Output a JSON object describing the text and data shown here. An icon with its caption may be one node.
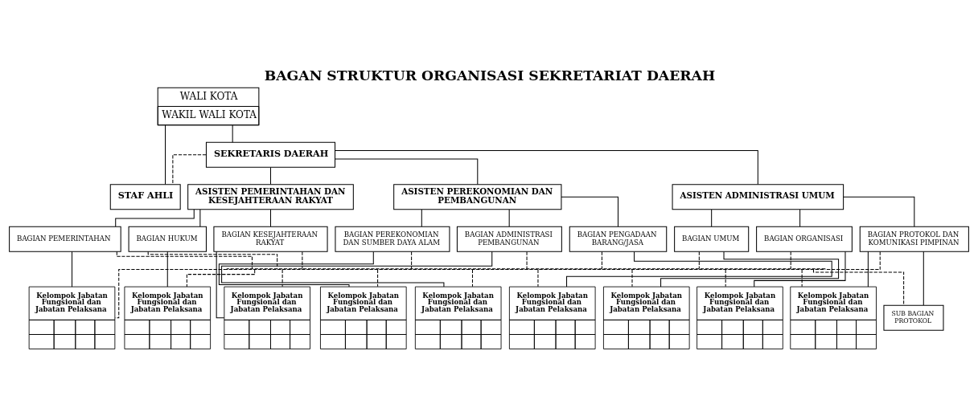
{
  "diagram": {
    "title": "BAGAN STRUKTUR ORGANISASI SEKRETARIAT DAERAH",
    "nodes": [
      {
        "text": [
          "WALI KOTA",
          "WAKIL WALI KOTA"
        ]
      },
      {
        "text": [
          "SEKRETARIS DAERAH"
        ]
      },
      {
        "text": [
          "STAF AHLI"
        ]
      },
      {
        "text": [
          "ASISTEN PEMERINTAHAN DAN KESEJAHTERAAN RAKYAT"
        ]
      },
      {
        "text": [
          "ASISTEN PEREKONOMIAN DAN PEMBANGUNAN"
        ]
      },
      {
        "text": [
          "ASISTEN ADMINISTRASI UMUM"
        ]
      },
      {
        "text": [
          "BAGIAN PEMERINTAHAN"
        ]
      },
      {
        "text": [
          "BAGIAN HUKUM"
        ]
      },
      {
        "text": [
          "BAGIAN KESEJAHTERAAN RAKYAT"
        ]
      },
      {
        "text": [
          "BAGIAN PEREKONOMIAN DAN SUMBER DAYA ALAM"
        ]
      },
      {
        "text": [
          "BAGIAN ADMINISTRASI PEMBANGUNAN"
        ]
      },
      {
        "text": [
          "BAGIAN PENGADAAN BARANG/JASA"
        ]
      },
      {
        "text": [
          "BAGIAN UMUM"
        ]
      },
      {
        "text": [
          "BAGIAN ORGANISASI"
        ]
      },
      {
        "text": [
          "BAGIAN PROTOKOL DAN KOMUNIKASI PIMPINAN"
        ]
      },
      {
        "text": [],
        "shape": "bar"
      },
      {
        "text": [
          "Kelompok Jabatan Fungsional dan Jabatan Pelaksana"
        ]
      },
      {
        "text": [
          "Kelompok Jabatan Fungsional dan Jabatan Pelaksana"
        ]
      },
      {
        "text": [
          "Kelompok Jabatan Fungsional dan Jabatan Pelaksana"
        ]
      },
      {
        "text": [
          "Kelompok Jabatan Fungsional dan Jabatan Pelaksana"
        ]
      },
      {
        "text": [
          "Kelompok Jabatan Fungsional dan Jabatan Pelaksana"
        ]
      },
      {
        "text": [
          "Kelompok Jabatan Fungsional dan Jabatan Pelaksana"
        ]
      },
      {
        "text": [
          "Kelompok Jabatan Fungsional dan Jabatan Pelaksana"
        ]
      },
      {
        "text": [
          "Kelompok Jabatan Fungsional dan Jabatan Pelaksana"
        ]
      },
      {
        "text": [
          "Kelompok Jabatan Fungsional dan Jabatan Pelaksana"
        ]
      },
      {
        "text": [
          "SUB BAGIAN PROTOKOL"
        ]
      }
    ],
    "edges": [
      {
        "from": 0,
        "to": 1,
        "arrow": "none"
      },
      {
        "from": 0,
        "to": 2,
        "arrow": "none"
      },
      {
        "from": 1,
        "to": 2,
        "arrow": "none",
        "style": "dashed"
      },
      {
        "from": 1,
        "to": 3,
        "arrow": "none"
      },
      {
        "from": 1,
        "to": 4,
        "arrow": "none"
      },
      {
        "from": 1,
        "to": 5,
        "arrow": "none"
      },
      {
        "from": 3,
        "to": 6,
        "arrow": "none"
      },
      {
        "from": 3,
        "to": 7,
        "arrow": "none"
      },
      {
        "from": 3,
        "to": 8,
        "arrow": "none"
      },
      {
        "from": 4,
        "to": 9,
        "arrow": "none"
      },
      {
        "from": 4,
        "to": 10,
        "arrow": "none"
      },
      {
        "from": 4,
        "to": 11,
        "arrow": "none"
      },
      {
        "from": 5,
        "to": 12,
        "arrow": "none"
      },
      {
        "from": 5,
        "to": 13,
        "arrow": "none"
      },
      {
        "from": 5,
        "to": 14,
        "arrow": "none"
      },
      {
        "from": 6,
        "to": 16,
        "arrow": "none"
      },
      {
        "from": 7,
        "to": 17,
        "arrow": "none"
      },
      {
        "from": 8,
        "to": 18,
        "arrow": "none"
      },
      {
        "from": 9,
        "to": 19,
        "arrow": "none"
      },
      {
        "from": 10,
        "to": 20,
        "arrow": "none"
      },
      {
        "from": 11,
        "to": 21,
        "arrow": "none"
      },
      {
        "from": 12,
        "to": 22,
        "arrow": "none"
      },
      {
        "from": 13,
        "to": 23,
        "arrow": "none"
      },
      {
        "from": 14,
        "to": 24,
        "arrow": "none"
      },
      {
        "from": 14,
        "to": 25,
        "arrow": "none"
      },
      {
        "from": 6,
        "to": 15,
        "arrow": "none",
        "style": "dashed"
      },
      {
        "from": 7,
        "to": 15,
        "arrow": "none",
        "style": "dashed"
      },
      {
        "from": 8,
        "to": 15,
        "arrow": "none",
        "style": "dashed"
      },
      {
        "from": 9,
        "to": 15,
        "arrow": "none",
        "style": "dashed"
      },
      {
        "from": 10,
        "to": 15,
        "arrow": "none",
        "style": "dashed"
      },
      {
        "from": 11,
        "to": 15,
        "arrow": "none",
        "style": "dashed"
      },
      {
        "from": 12,
        "to": 15,
        "arrow": "none",
        "style": "dashed"
      },
      {
        "from": 13,
        "to": 15,
        "arrow": "none",
        "style": "dashed"
      },
      {
        "from": 14,
        "to": 15,
        "arrow": "none",
        "style": "dashed"
      },
      {
        "from": 15,
        "to": 16,
        "arrow": "none",
        "style": "dashed"
      },
      {
        "from": 15,
        "to": 17,
        "arrow": "none",
        "style": "dashed"
      },
      {
        "from": 15,
        "to": 18,
        "arrow": "none",
        "style": "dashed"
      },
      {
        "from": 15,
        "to": 19,
        "arrow": "none",
        "style": "dashed"
      },
      {
        "from": 15,
        "to": 20,
        "arrow": "none",
        "style": "dashed"
      },
      {
        "from": 15,
        "to": 21,
        "arrow": "none",
        "style": "dashed"
      },
      {
        "from": 15,
        "to": 22,
        "arrow": "none",
        "style": "dashed"
      },
      {
        "from": 15,
        "to": 23,
        "arrow": "none",
        "style": "dashed"
      },
      {
        "from": 15,
        "to": 24,
        "arrow": "none",
        "style": "dashed"
      },
      {
        "from": 15,
        "to": 25,
        "arrow": "none",
        "style": "dashed"
      }
    ]
  }
}
